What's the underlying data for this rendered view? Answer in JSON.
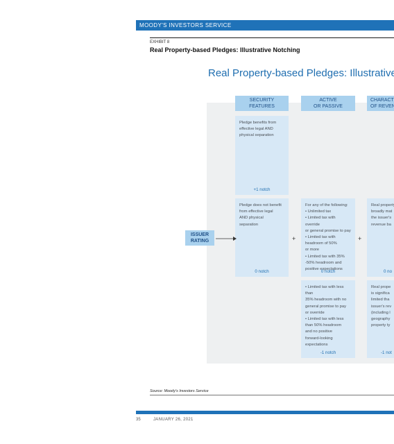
{
  "header": {
    "publisher": "MOODY'S INVESTORS SERVICE",
    "exhibit_label": "EXHIBIT 8",
    "exhibit_title": "Real Property-based Pledges: Illustrative Notching"
  },
  "chart": {
    "title": "Real Property-based Pledges: Illustrative Notching",
    "columns": [
      {
        "label": "SECURITY\nFEATURES"
      },
      {
        "label": "ACTIVE\nOR PASSIVE"
      },
      {
        "label": "CHARACTERISTICS\nOF REVENUE"
      }
    ],
    "issuer_label": "ISSUER\nRATING",
    "plus_sign": "+",
    "cells": {
      "security_top": {
        "text": "Pledge benefits from\neffective legal AND\nphysical separation",
        "notch": "+1 notch"
      },
      "security_mid": {
        "text": "Pledge does not benefit\nfrom effective legal\nAND physical\nseparation",
        "notch": "0 notch"
      },
      "active_mid": {
        "text": "For any of the following:\n• Unlimited tax\n• Limited tax with override\n  or general promise to pay\n• Limited tax with\n  headroom of 50%\n  or more\n• Limited tax with 35%\n  -50% headroom and\n  positive expectations",
        "notch": "0 notch"
      },
      "active_bot": {
        "text": "• Limited tax with less than\n  35% headroom with no\n  general promise to pay\n  or override\n• Limited tax with less\n  than 50% headroom\n  and no positive\n  forward-looking\n  expectations",
        "notch": "-1 notch"
      },
      "char_mid": {
        "text": "Real property\nbroadly mat\nthe issuer's\nrevenue ba",
        "notch": "0 no"
      },
      "char_bot": {
        "text": "Real prope\nis significa\nlimited tha\nissuer's rev\n(including l\ngeography\nproperty ty",
        "notch": "-1 not"
      }
    }
  },
  "footer": {
    "source": "Source: Moody's Investors Service",
    "page": "35",
    "date": "JANUARY 26, 2021"
  },
  "colors": {
    "brand_blue": "#1f72b8",
    "header_blue": "#a9d1ee",
    "cell_blue": "#d7e8f6",
    "panel_gray": "#eef0f1"
  }
}
